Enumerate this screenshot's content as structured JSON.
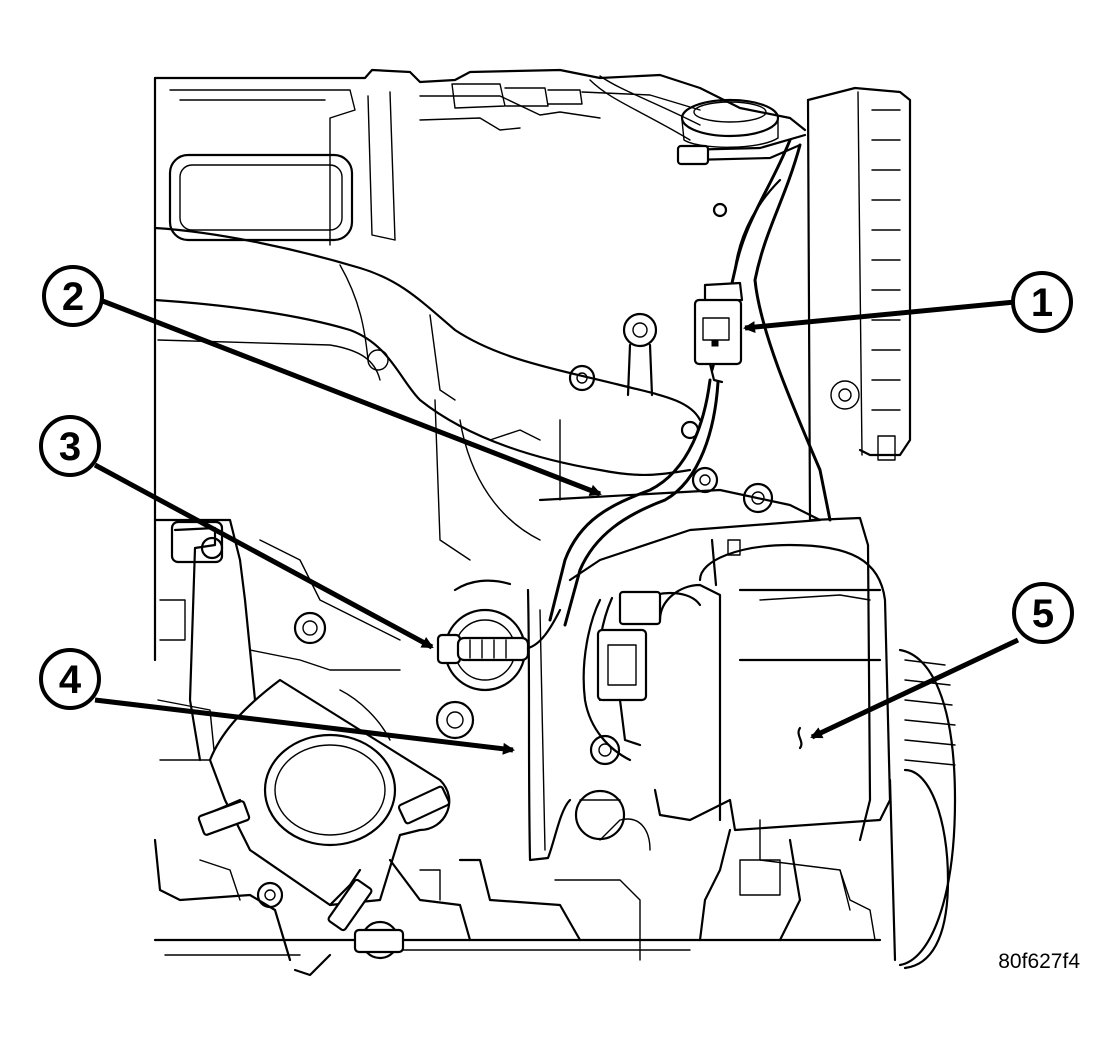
{
  "figure": {
    "reference_code": "80f627f4",
    "callouts": [
      {
        "id": 1,
        "label": "1"
      },
      {
        "id": 2,
        "label": "2"
      },
      {
        "id": 3,
        "label": "3"
      },
      {
        "id": 4,
        "label": "4"
      },
      {
        "id": 5,
        "label": "5"
      }
    ]
  }
}
